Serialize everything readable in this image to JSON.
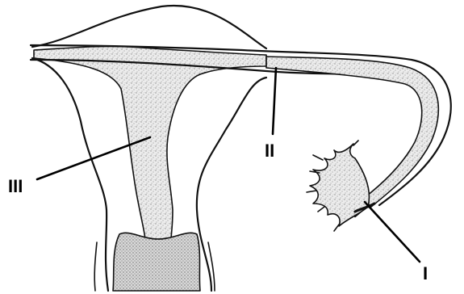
{
  "labels": {
    "I": "I",
    "II": "II",
    "III": "III"
  },
  "colors": {
    "ink": "#111111",
    "stipple": "#9a9a9a"
  }
}
